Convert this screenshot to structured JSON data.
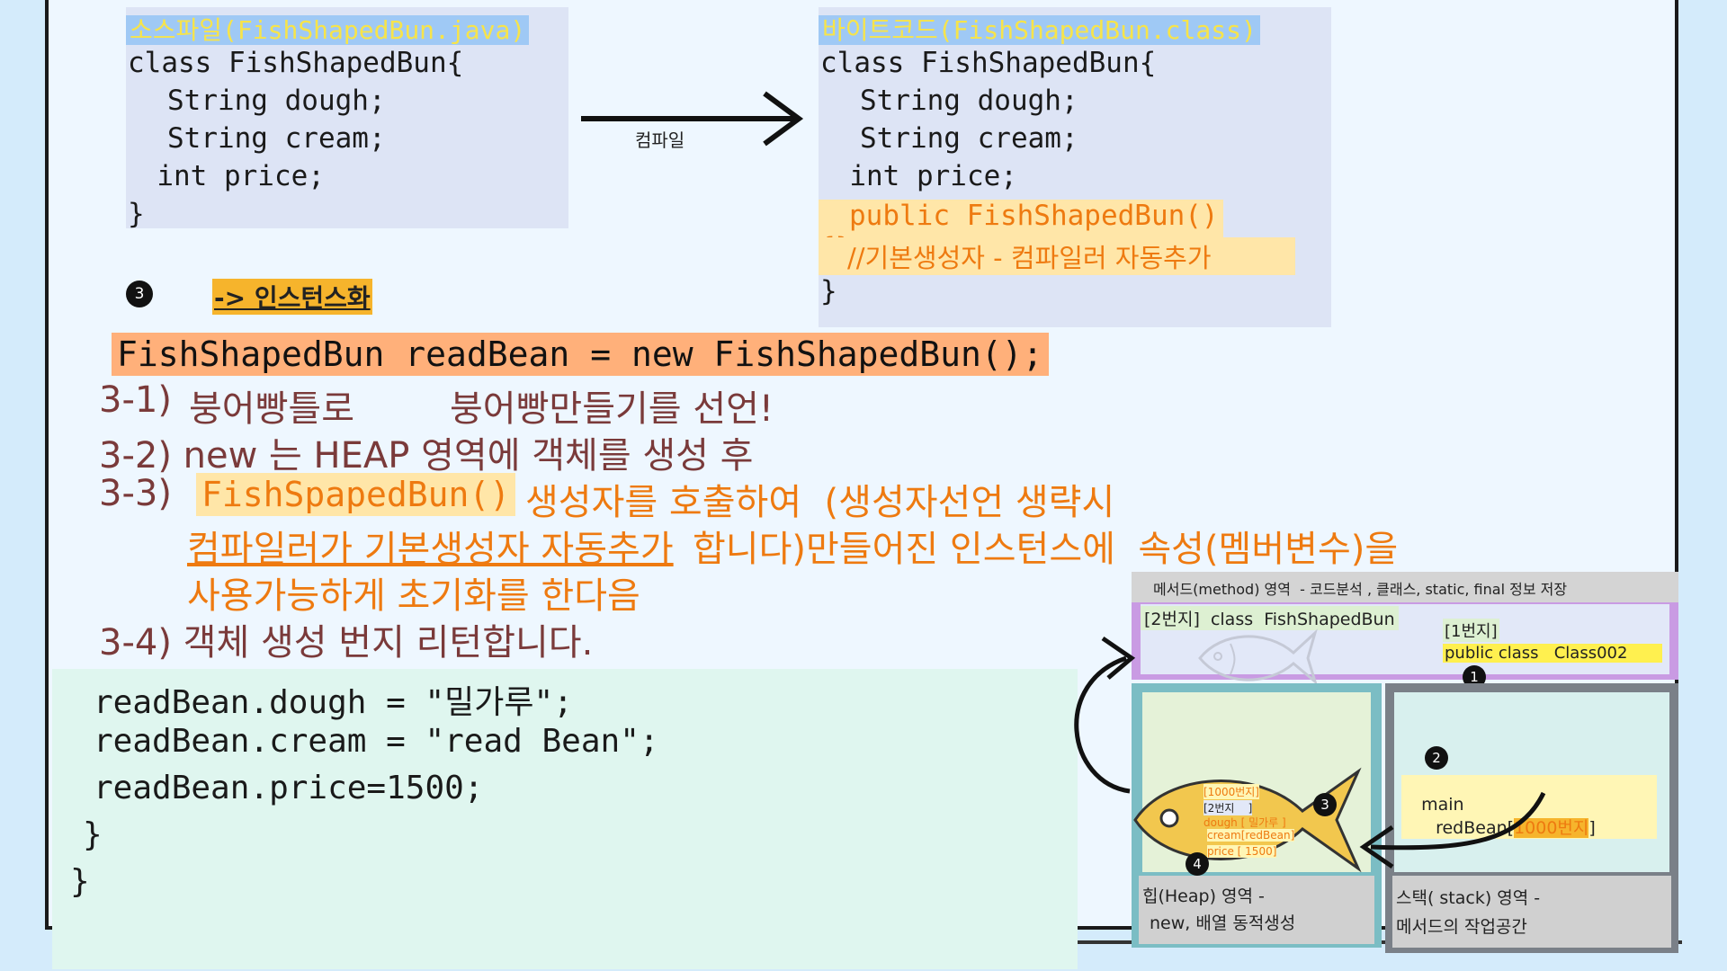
{
  "source": {
    "title": "소스파일(FishShapedBun.java)",
    "lines": [
      "class FishShapedBun{",
      "   String dough;",
      "   String cream;",
      "  int price;",
      "}"
    ]
  },
  "compile_label": "컴파일",
  "bytecode": {
    "title": "바이트코드(FishShapedBun.class)",
    "lines": [
      "class FishShapedBun{",
      "   String dough;",
      "   String cream;",
      "  int price;"
    ],
    "constructor": "public FishShapedBun(){}",
    "comment": "//기본생성자  - 컴파일러 자동추가",
    "close": "}"
  },
  "section": {
    "badge": "3",
    "title": "-> 인스턴스화"
  },
  "statement": "FishShapedBun readBean = new FishShapedBun();",
  "steps": {
    "s1_num": "3-1)",
    "s1_a": "붕어빵틀로",
    "s1_b": "붕어빵만들기를 선언!",
    "s2": "3-2) new 는 HEAP 영역에 객체를 생성 후",
    "s3_num": "3-3)",
    "s3_ctor": "FishSpapedBun()",
    "s3_rest": "생성자를 호출하여  (생성자선언 생략시",
    "s3_line2_u": "컴파일러가 기본생성자 자동추가",
    "s3_line2_rest": "합니다)만들어진 인스턴스에  속성(멤버변수)을",
    "s3_line3": "사용가능하게 초기화를 한다음",
    "s4": "3-4) 객체 생성 번지 리턴합니다."
  },
  "assign": {
    "lines": [
      "readBean.dough = \"밀가루\";",
      "readBean.cream = \"read Bean\";",
      "readBean.price=1500;",
      "}"
    ],
    "close": "}"
  },
  "memory": {
    "method_title": "메서드(method) 영역  - 코드분석 , 클래스, static, final 정보 저장",
    "method_class": "[2번지]  class  FishShapedBun",
    "method_addr1": "[1번지]",
    "method_public": "public class   Class002",
    "badge1": "1",
    "badge2": "2",
    "badge3": "3",
    "badge4": "4",
    "fish_addr": "[1000번지]",
    "fish_ref": "[2번지    ]",
    "fish_dough": "dough [ 밀가루 ]",
    "fish_cream": "cream[redBean]",
    "fish_price": "price [ 1500]",
    "heap_label_1": "힙(Heap) 영역 -",
    "heap_label_2": "new, 배열 동적생성",
    "stack_main": "main",
    "stack_var": "redBean[",
    "stack_addr": "1000번지",
    "stack_close": "]",
    "stack_label_1": "스택( stack) 영역 -",
    "stack_label_2": "메서드의 작업공간"
  }
}
